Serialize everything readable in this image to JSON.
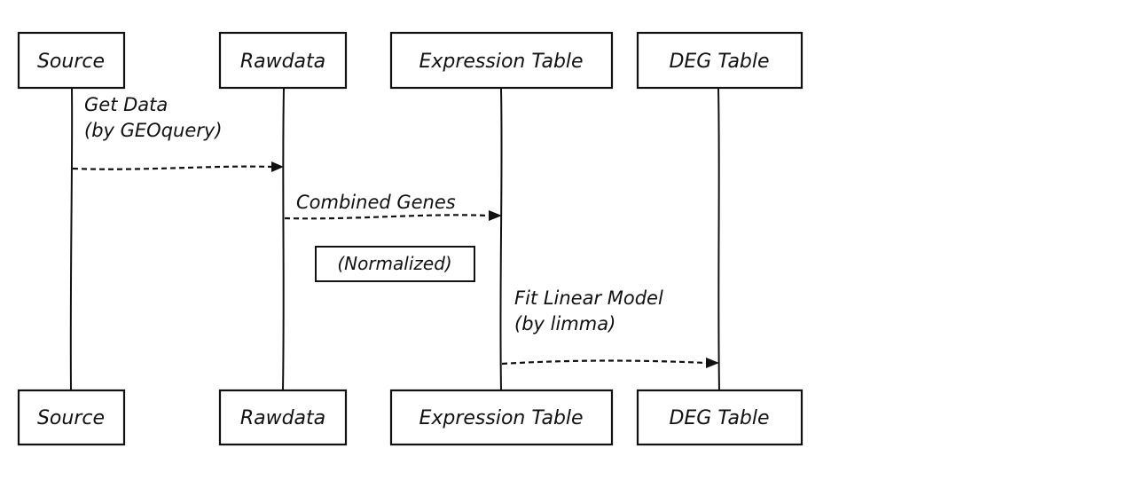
{
  "participants": [
    {
      "id": "source",
      "label": "Source"
    },
    {
      "id": "rawdata",
      "label": "Rawdata"
    },
    {
      "id": "expression",
      "label": "Expression Table"
    },
    {
      "id": "deg",
      "label": "DEG Table"
    }
  ],
  "messages": [
    {
      "id": "get-data",
      "from": "source",
      "to": "rawdata",
      "lines": [
        "Get Data",
        "(by GEOquery)"
      ],
      "style": "dashed"
    },
    {
      "id": "combined-genes",
      "from": "rawdata",
      "to": "expression",
      "lines": [
        "Combined Genes"
      ],
      "style": "dashed"
    },
    {
      "id": "fit-linear-model",
      "from": "expression",
      "to": "deg",
      "lines": [
        "Fit Linear Model",
        "(by limma)"
      ],
      "style": "dashed"
    }
  ],
  "notes": [
    {
      "id": "normalized",
      "text": "(Normalized)",
      "over": "rawdata"
    }
  ]
}
